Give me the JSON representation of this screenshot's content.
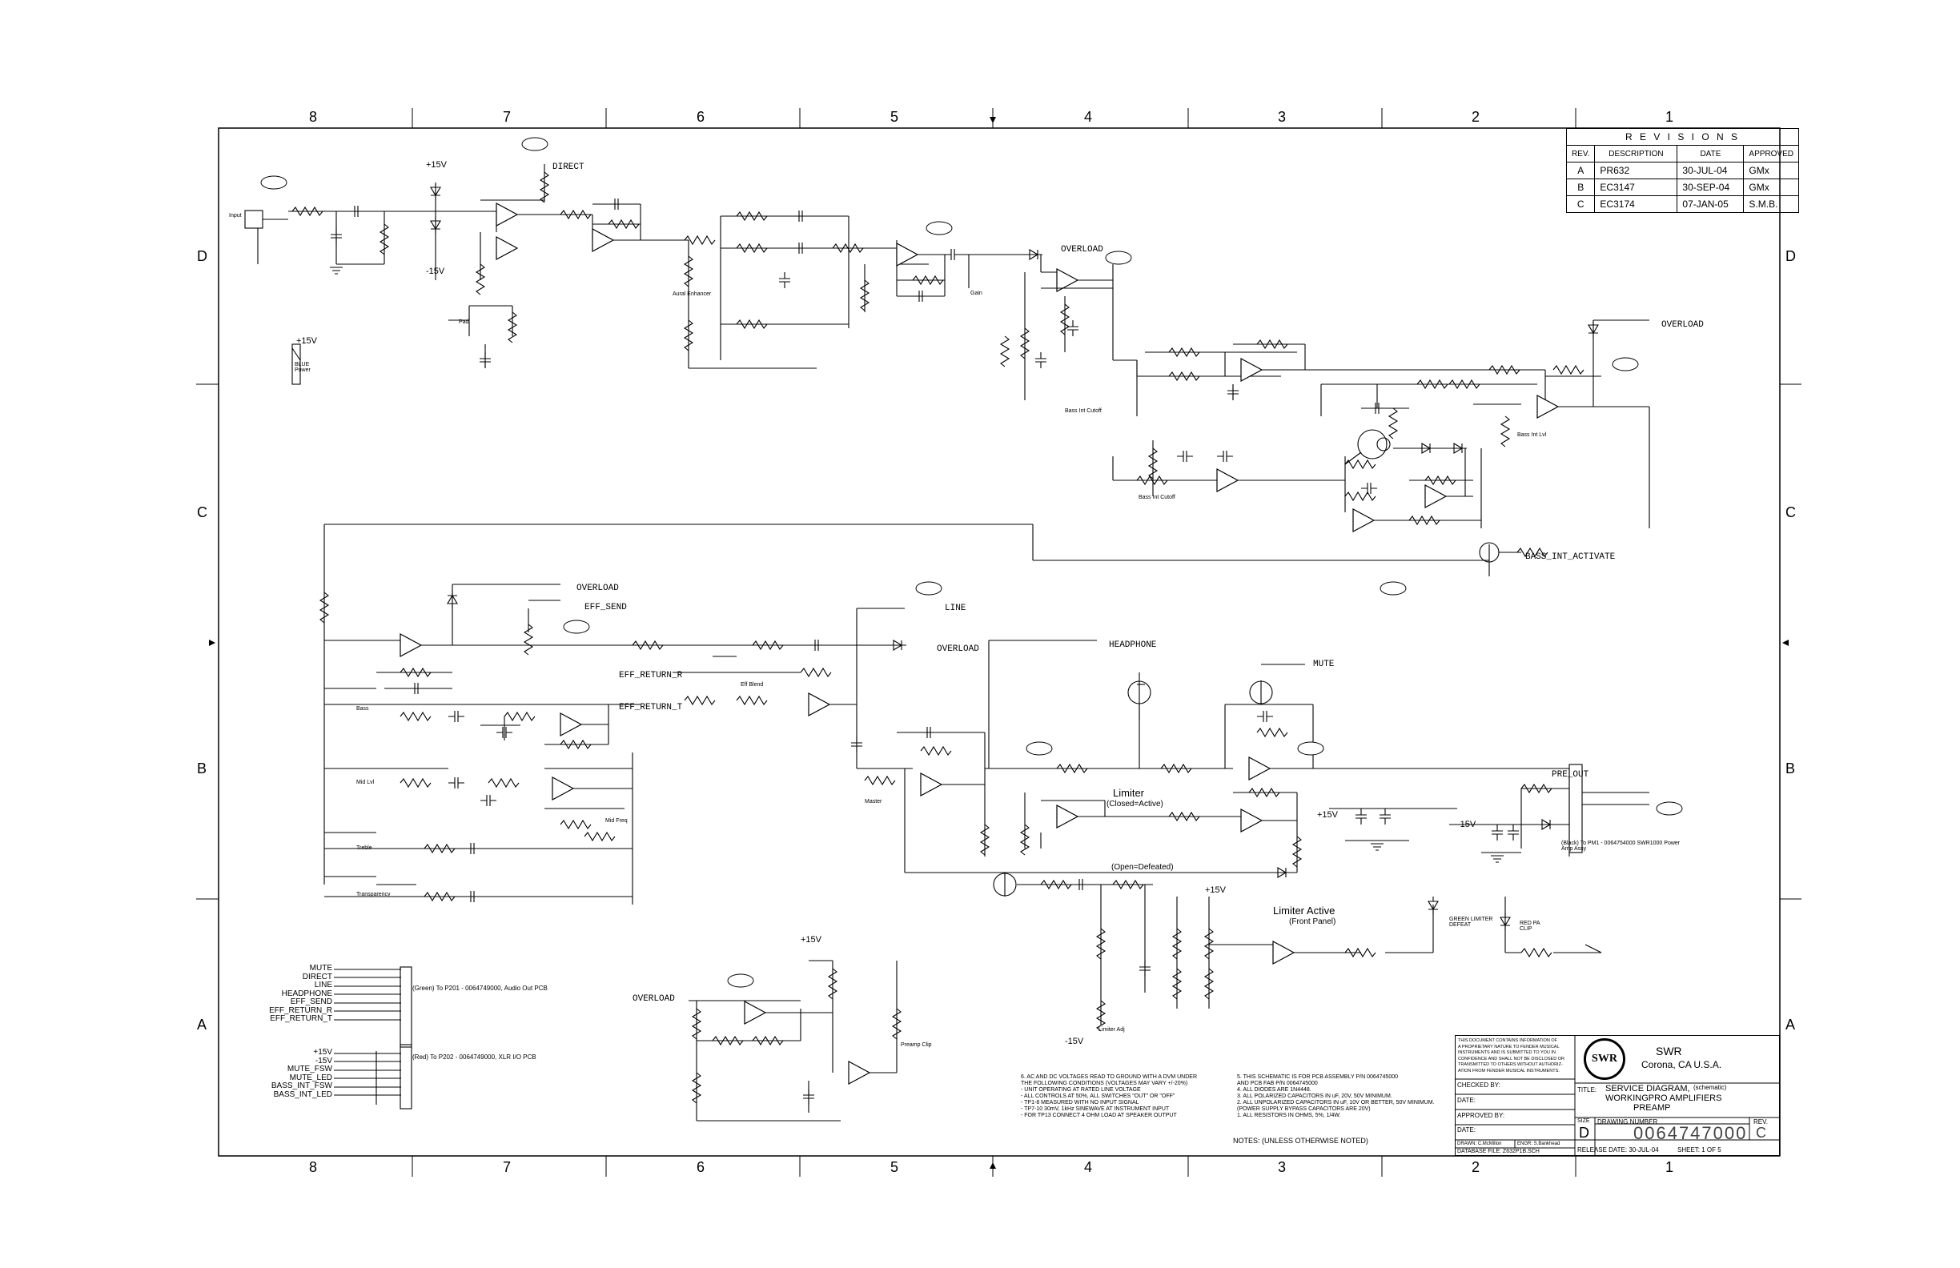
{
  "zones": {
    "top": [
      "8",
      "7",
      "6",
      "5",
      "4",
      "3",
      "2",
      "1"
    ],
    "side": [
      "D",
      "C",
      "B",
      "A"
    ]
  },
  "revisions": {
    "title": "R E V I S I O N S",
    "headers": [
      "REV.",
      "DESCRIPTION",
      "DATE",
      "APPROVED"
    ],
    "rows": [
      [
        "A",
        "PR632",
        "30-JUL-04",
        "GMx"
      ],
      [
        "B",
        "EC3147",
        "30-SEP-04",
        "GMx"
      ],
      [
        "C",
        "EC3174",
        "07-JAN-05",
        "S.M.B."
      ]
    ]
  },
  "net_labels": {
    "direct": "DIRECT",
    "overload_1": "OVERLOAD",
    "overload_2": "OVERLOAD",
    "overload_3": "OVERLOAD",
    "overload_4": "OVERLOAD",
    "overload_5": "OVERLOAD",
    "eff_send": "EFF_SEND",
    "eff_return_r": "EFF_RETURN_R",
    "eff_return_t": "EFF_RETURN_T",
    "line": "LINE",
    "headphone": "HEADPHONE",
    "mute": "MUTE",
    "pre_out": "PRE_OUT",
    "bass_int_activate": "BASS_INT_ACTIVATE",
    "p15v": "+15V",
    "m15v": "-15V",
    "gnd": "GND"
  },
  "annotations": {
    "limiter": "Limiter",
    "closed_active": "(Closed=Active)",
    "open_defeated": "(Open=Defeated)",
    "limiter_active": "Limiter Active",
    "front_panel": "(Front Panel)",
    "aural_enhancer": "Aural Enhancer",
    "gain": "Gain",
    "master": "Master",
    "bass": "Bass",
    "mid_lvl": "Mid Lvl",
    "mid_freq": "Mid Freq",
    "treble": "Treble",
    "transparency": "Transparency",
    "eff_blend": "Eff Blend",
    "bass_int_cutoff": "Bass Int Cutoff",
    "bass_int_lvl": "Bass Int Lvl",
    "limiter_adj": "Limiter Adj",
    "preamp_clip": "Preamp Clip",
    "blue_power": "BLUE Power",
    "green_limiter_defeat": "GREEN LIMITER DEFEAT",
    "red_pa_clip": "RED PA CLIP",
    "pad": "Pad",
    "input": "Input",
    "to_p201": "(Green) To P201 - 0064749000, Audio Out PCB",
    "to_p202": "(Red) To P202 - 0064749000, XLR I/O PCB",
    "to_pm1": "(Black) To PM1 - 0064754000 SWR1000 Power Amp Assy"
  },
  "connector_p1": [
    "MUTE",
    "DIRECT",
    "LINE",
    "HEADPHONE",
    "EFF_SEND",
    "EFF_RETURN_R",
    "EFF_RETURN_T"
  ],
  "connector_p2": [
    "+15V",
    "-15V",
    "MUTE_FSW",
    "MUTE_LED",
    "BASS_INT_FSW",
    "BASS_INT_LED"
  ],
  "notes": {
    "heading": "NOTES: (UNLESS OTHERWISE NOTED)",
    "left": [
      "6. AC AND DC VOLTAGES READ TO GROUND WITH A DVM UNDER",
      "   THE FOLLOWING CONDITIONS (VOLTAGES MAY VARY +/-20%)",
      "   - UNIT OPERATING AT RATED LINE VOLTAGE",
      "   - ALL CONTROLS AT 50%, ALL SWITCHES \"OUT\" OR \"OFF\"",
      "   - TP1-8 MEASURED WITH NO INPUT SIGNAL",
      "   - TP7-10 30mV, 1kHz SINEWAVE AT INSTRUMENT INPUT",
      "   - FOR TP13 CONNECT 4 OHM LOAD AT SPEAKER OUTPUT"
    ],
    "right": [
      "5. THIS SCHEMATIC IS FOR PCB ASSEMBLY P/N 0064745000",
      "   AND PCB FAB P/N 0064745000",
      "4. ALL DIODES ARE 1N4448.",
      "3. ALL POLARIZED CAPACITORS IN uF, 20V, 50V MINIMUM.",
      "2. ALL UNPOLARIZED CAPACITORS IN uF, 10V OR BETTER, 50V MINIMUM.",
      "   (POWER SUPPLY BYPASS CAPACITORS ARE 20V)",
      "1. ALL RESISTORS IN OHMS, 5%, 1/4W."
    ]
  },
  "title_block": {
    "disclaimer": [
      "THIS DOCUMENT CONTAINS INFORMATION OF",
      "A PROPRIETARY NATURE TO FENDER MUSICAL",
      "INSTRUMENTS AND IS SUBMITTED TO YOU IN",
      "CONFIDENCE AND SHALL NOT BE DISCLOSED OR",
      "TRANSMITTED TO OTHERS WITHOUT AUTHORIZ-",
      "ATION FROM FENDER MUSICAL INSTRUMENTS."
    ],
    "logo": "SWR",
    "company": "SWR",
    "location": "Corona, CA  U.S.A.",
    "checked_by": "CHECKED BY:",
    "date1": "DATE:",
    "approved_by": "APPROVED BY:",
    "date2": "DATE:",
    "drawn": "DRAWN: C.McMillon",
    "engr": "ENGR: S.Bankhead",
    "database_file": "DATABASE FILE:  Z632P1B.SCH",
    "title_label": "TITLE:",
    "title_line1": "SERVICE DIAGRAM,",
    "title_schematic": "(schematic)",
    "title_line2": "WORKINGPRO AMPLIFIERS",
    "title_line3": "PREAMP",
    "size_label": "SIZE",
    "size": "D",
    "drawing_number_label": "DRAWING NUMBER",
    "drawing_number": "0064747000",
    "rev_label": "REV.",
    "rev": "C",
    "release_date": "RELEASE DATE:  30-JUL-04",
    "sheet": "SHEET:  1  OF  5"
  }
}
